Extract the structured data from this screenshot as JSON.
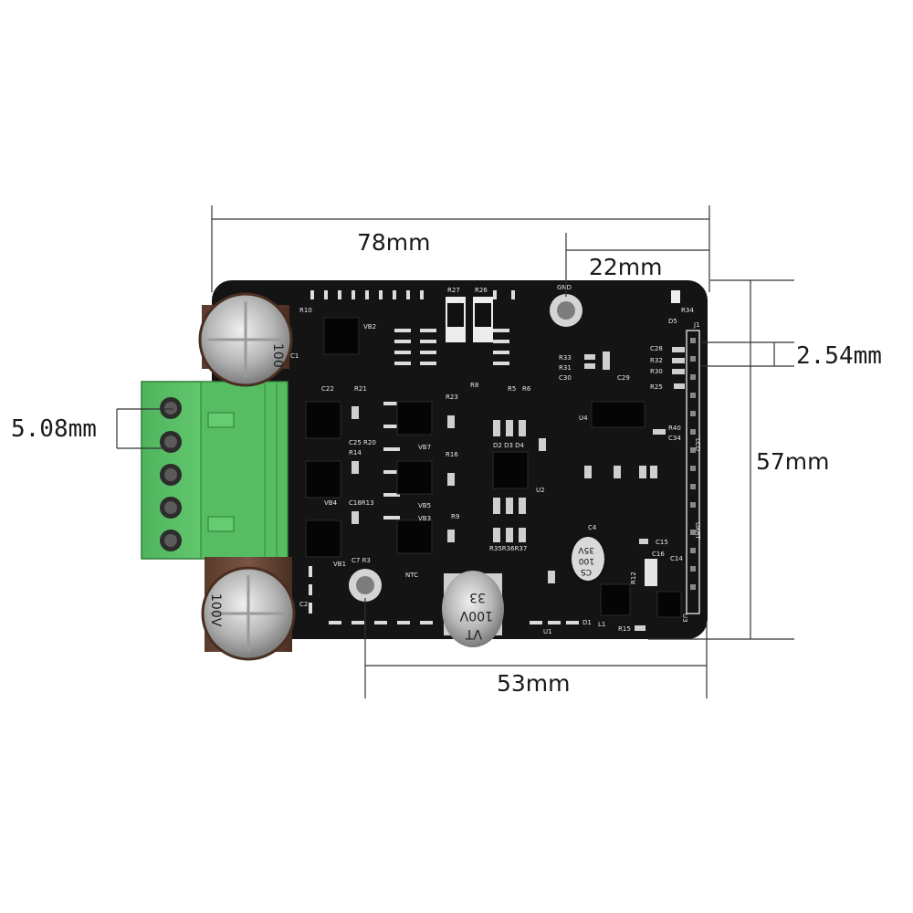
{
  "dimensions": {
    "board_width": "78mm",
    "hole_offset": "22mm",
    "pin_pitch": "2.54mm",
    "terminal_pitch": "5.08mm",
    "board_height": "57mm",
    "hole_spacing": "53mm"
  },
  "silkscreen": {
    "gnd": "GND",
    "j1": "J1",
    "lcd": "LCD",
    "uart": "UART",
    "ntc": "NTC",
    "u1": "U1",
    "u2": "U2",
    "u3": "U3",
    "u4": "U4",
    "d5": "D5",
    "d1": "D1",
    "l1": "L1",
    "r34": "R34",
    "r26": "R26",
    "r27": "R27",
    "r10": "R10",
    "r15": "R15",
    "vb1": "VB1",
    "vb2": "VB2",
    "vb3": "VB3",
    "vb4": "VB4",
    "vb5": "VB5",
    "vb7": "VB7",
    "c1": "C1",
    "c2": "C2",
    "c4": "C4",
    "c7r3": "C7 R3",
    "c22": "C22",
    "c25r20": "C25 R20",
    "c18r13": "C18R13",
    "r21": "R21",
    "r14": "R14",
    "r23": "R23",
    "r16": "R16",
    "r9": "R9",
    "r8": "R8",
    "r5": "R5",
    "r6": "R6",
    "r33": "R33",
    "r31": "R31",
    "c30": "C30",
    "c29": "C29",
    "c28": "C28",
    "r32": "R32",
    "r30": "R30",
    "r25": "R25",
    "r40": "R40",
    "c34": "C34",
    "c15": "C15",
    "c16": "C16",
    "c14": "C14",
    "r12": "R12",
    "d2d3d4": "D2 D3 D4",
    "r35r36r37": "R35R36R37"
  },
  "capacitors": {
    "big_top_label": "100",
    "big_bottom_label": "100V",
    "mid_line1": "33",
    "mid_line2": "100V",
    "mid_line3": "VT",
    "small_line1": "100",
    "small_line2": "35V",
    "small_line3": "CS"
  },
  "colors": {
    "pcb": "#141414",
    "silkscreen": "#e8e8e8",
    "terminal_block": "#5ec46a",
    "terminal_dark": "#3f9a4c",
    "dimension_line": "#333333",
    "capacitor_sleeve": "#c9c9c9"
  }
}
